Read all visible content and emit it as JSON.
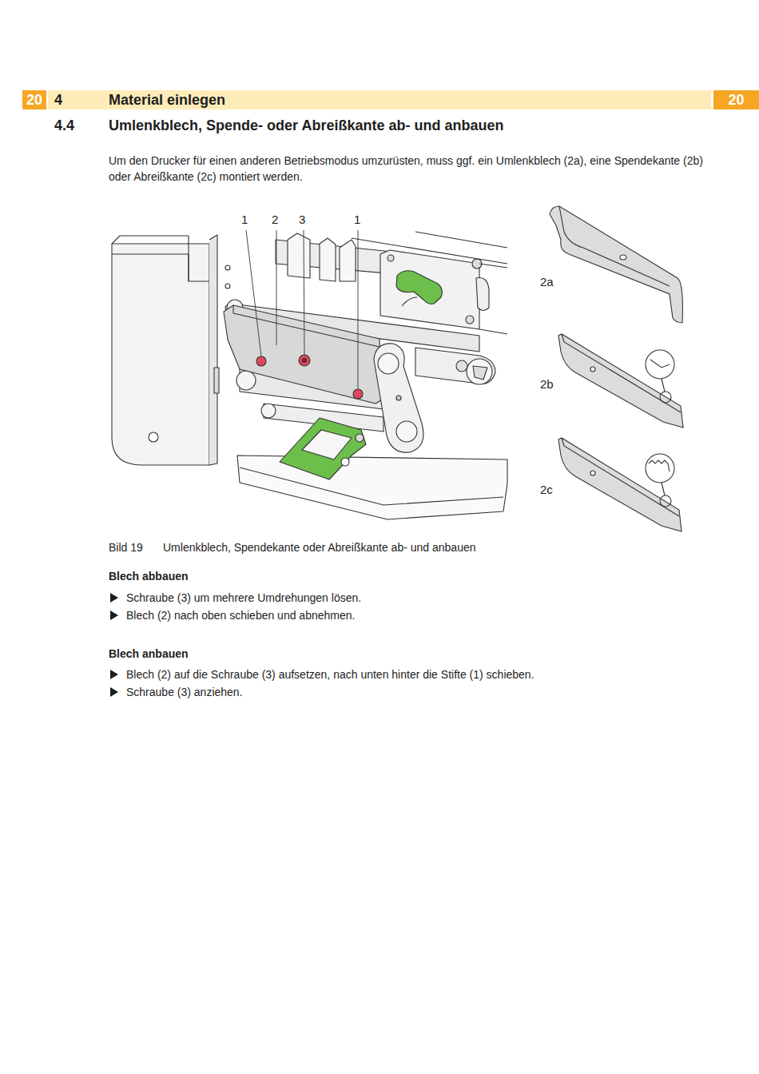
{
  "diagram": {
    "title": "Umlenkblech, Spende- oder Abreißkante ab- und anbauen",
    "caption": "Umlenkblech, Spendekante oder Abreißkante ab- und anbauen",
    "nodes": [
      {
        "text": [
          "20"
        ]
      },
      {
        "text": [
          "4",
          "Material einlegen"
        ]
      },
      {
        "text": [
          "20"
        ]
      }
    ],
    "labels": [
      "4.4",
      "Um den Drucker für einen anderen Betriebsmodus umzurüsten, muss ggf. ein Umlenkblech (2a), eine Spendekante (2b) oder Abreißkante (2c) montiert werden.",
      "1",
      "2",
      "3",
      "1",
      "2a",
      "2b",
      "2c",
      "Bild 19",
      "Blech abbauen",
      "Schraube (3) um mehrere Umdrehungen lösen.",
      "Blech (2) nach oben schieben und abnehmen.",
      "Blech anbauen",
      "Blech (2) auf die Schraube (3) aufsetzen, nach unten hinter die Stifte (1) schieben.",
      "Schraube (3) anziehen."
    ]
  }
}
